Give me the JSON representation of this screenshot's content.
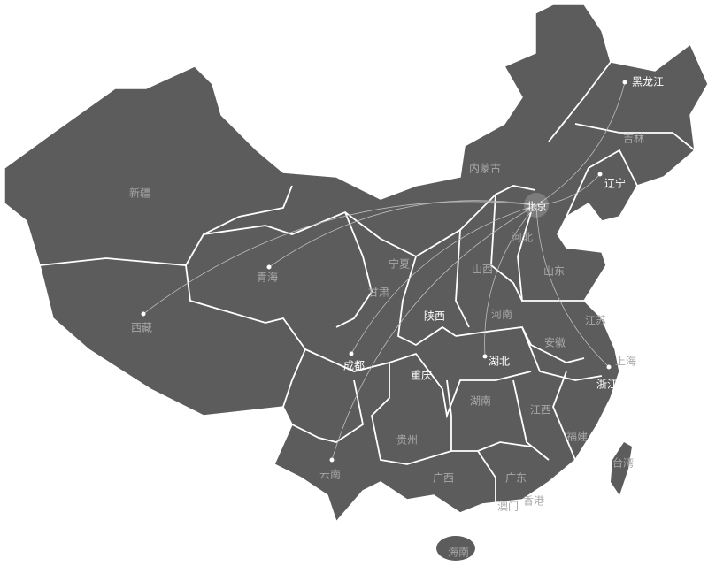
{
  "map": {
    "land_color": "#5c5c5c",
    "border_color": "#ffffff",
    "origin": "北京",
    "provinces": [
      {
        "name": "新疆",
        "highlighted": false
      },
      {
        "name": "西藏",
        "highlighted": false
      },
      {
        "name": "青海",
        "highlighted": false
      },
      {
        "name": "甘肃",
        "highlighted": false
      },
      {
        "name": "内蒙古",
        "highlighted": false
      },
      {
        "name": "宁夏",
        "highlighted": false
      },
      {
        "name": "陕西",
        "highlighted": true
      },
      {
        "name": "成都",
        "highlighted": true
      },
      {
        "name": "重庆",
        "highlighted": true
      },
      {
        "name": "云南",
        "highlighted": false
      },
      {
        "name": "贵州",
        "highlighted": false
      },
      {
        "name": "广西",
        "highlighted": false
      },
      {
        "name": "广东",
        "highlighted": false
      },
      {
        "name": "湖南",
        "highlighted": false
      },
      {
        "name": "湖北",
        "highlighted": true
      },
      {
        "name": "河南",
        "highlighted": false
      },
      {
        "name": "山西",
        "highlighted": false
      },
      {
        "name": "河北",
        "highlighted": false
      },
      {
        "name": "北京",
        "highlighted": true
      },
      {
        "name": "山东",
        "highlighted": false
      },
      {
        "name": "辽宁",
        "highlighted": true
      },
      {
        "name": "吉林",
        "highlighted": false
      },
      {
        "name": "黑龙江",
        "highlighted": true
      },
      {
        "name": "安徽",
        "highlighted": false
      },
      {
        "name": "江苏",
        "highlighted": false
      },
      {
        "name": "上海",
        "highlighted": false
      },
      {
        "name": "浙江",
        "highlighted": true
      },
      {
        "name": "江西",
        "highlighted": false
      },
      {
        "name": "福建",
        "highlighted": false
      },
      {
        "name": "台湾",
        "highlighted": false
      },
      {
        "name": "澳门",
        "highlighted": false
      },
      {
        "name": "香港",
        "highlighted": false
      },
      {
        "name": "海南",
        "highlighted": false
      }
    ],
    "routes": [
      "黑龙江",
      "辽宁",
      "西藏",
      "青海",
      "成都",
      "云南",
      "湖北",
      "上海"
    ]
  }
}
